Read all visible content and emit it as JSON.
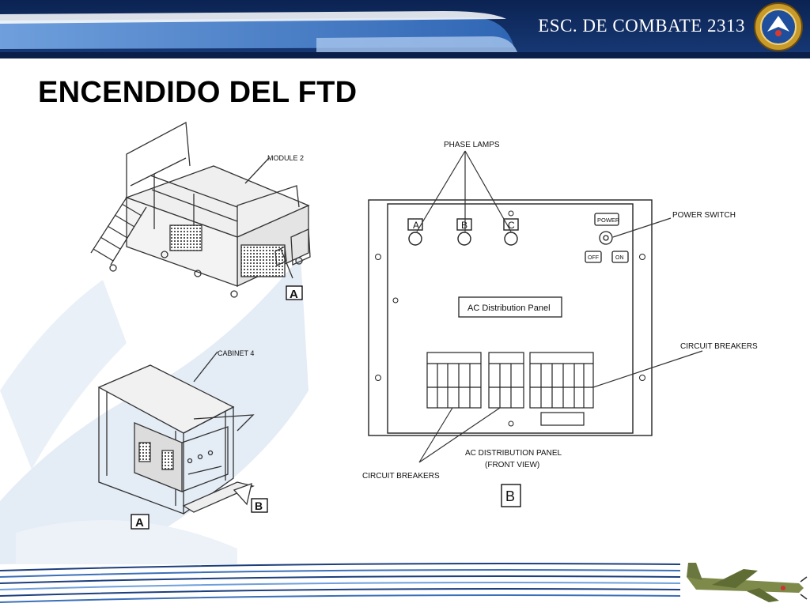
{
  "header": {
    "squadron_name": "ESC. DE COMBATE 2313",
    "emblem_icon": "squadron-seal-icon"
  },
  "slide": {
    "title": "ENCENDIDO DEL FTD"
  },
  "figure_a_top": {
    "module_label": "MODULE 2",
    "callout": "A"
  },
  "figure_a_bottom": {
    "cabinet_label": "CABINET 4",
    "callout_b": "B",
    "callout_a": "A"
  },
  "figure_b": {
    "phase_lamps_label": "PHASE LAMPS",
    "lamp_labels": [
      "A",
      "B",
      "C"
    ],
    "power_label": "POWER",
    "off_label": "OFF",
    "on_label": "ON",
    "power_switch_label": "POWER SWITCH",
    "panel_name": "AC Distribution  Panel",
    "circuit_breakers_right": "CIRCUIT BREAKERS",
    "circuit_breakers_left": "CIRCUIT BREAKERS",
    "caption_line1": "AC DISTRIBUTION PANEL",
    "caption_line2": "(FRONT VIEW)",
    "callout": "B"
  },
  "colors": {
    "header_navy": "#0e2a5e",
    "header_blue": "#3f78c4",
    "watermark": "#e3ebf5",
    "line_art": "#333333"
  }
}
